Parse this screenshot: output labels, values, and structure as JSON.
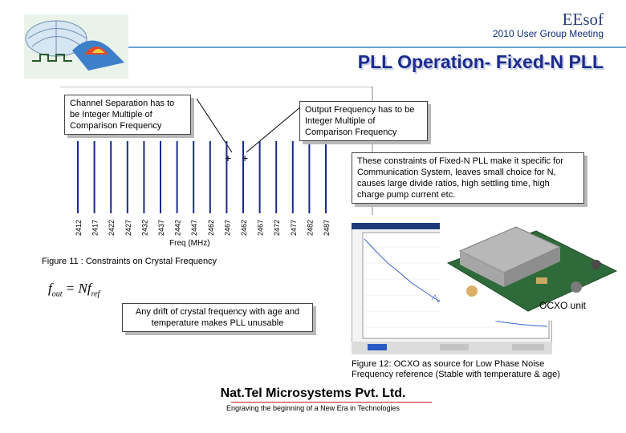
{
  "header": {
    "brand": "EEsof",
    "meeting": "2010 User Group Meeting",
    "title": "PLL Operation- Fixed-N PLL"
  },
  "notes": {
    "channel_separation": "Channel Separation has to be Integer Multiple of Comparison Frequency",
    "output_frequency": "Output Frequency has to be Integer Multiple of Comparison Frequency",
    "constraints": "These constraints of Fixed-N PLL make it specific for Communication System, leaves small choice for N, causes large divide ratios, high settling time, high charge pump current etc.",
    "drift": "Any drift of crystal frequency with age and temperature makes PLL unusable"
  },
  "chart_data": {
    "type": "bar",
    "categories": [
      "2412",
      "2417",
      "2422",
      "2427",
      "2432",
      "2437",
      "2442",
      "2447",
      "2462",
      "2467",
      "2462",
      "2467",
      "2472",
      "2477",
      "2482",
      "2487"
    ],
    "values": [
      1,
      1,
      1,
      1,
      1,
      1,
      1,
      1,
      1,
      1,
      1,
      1,
      1,
      1,
      1,
      1
    ],
    "xlabel": "Freq (MHz)",
    "ylabel": ""
  },
  "figure11_caption": "Figure 11 : Constraints on Crystal Frequency",
  "formula": {
    "lhs": "f",
    "lhs_sub": "out",
    "rhs": "= Nf",
    "rhs_sub": "ref"
  },
  "ocxo_label": "OCXO unit",
  "figure12_caption": "Figure 12: OCXO as source for Low Phase Noise Frequency reference (Stable with temperature & age)",
  "footer": {
    "company": "Nat.Tel Microsystems Pvt. Ltd.",
    "tagline": "Engraving the beginning of a New Era in Technologies"
  },
  "colors": {
    "title": "#1c2b8c",
    "bar": "#1a2a8a",
    "accent_line": "#6aa0d8"
  }
}
